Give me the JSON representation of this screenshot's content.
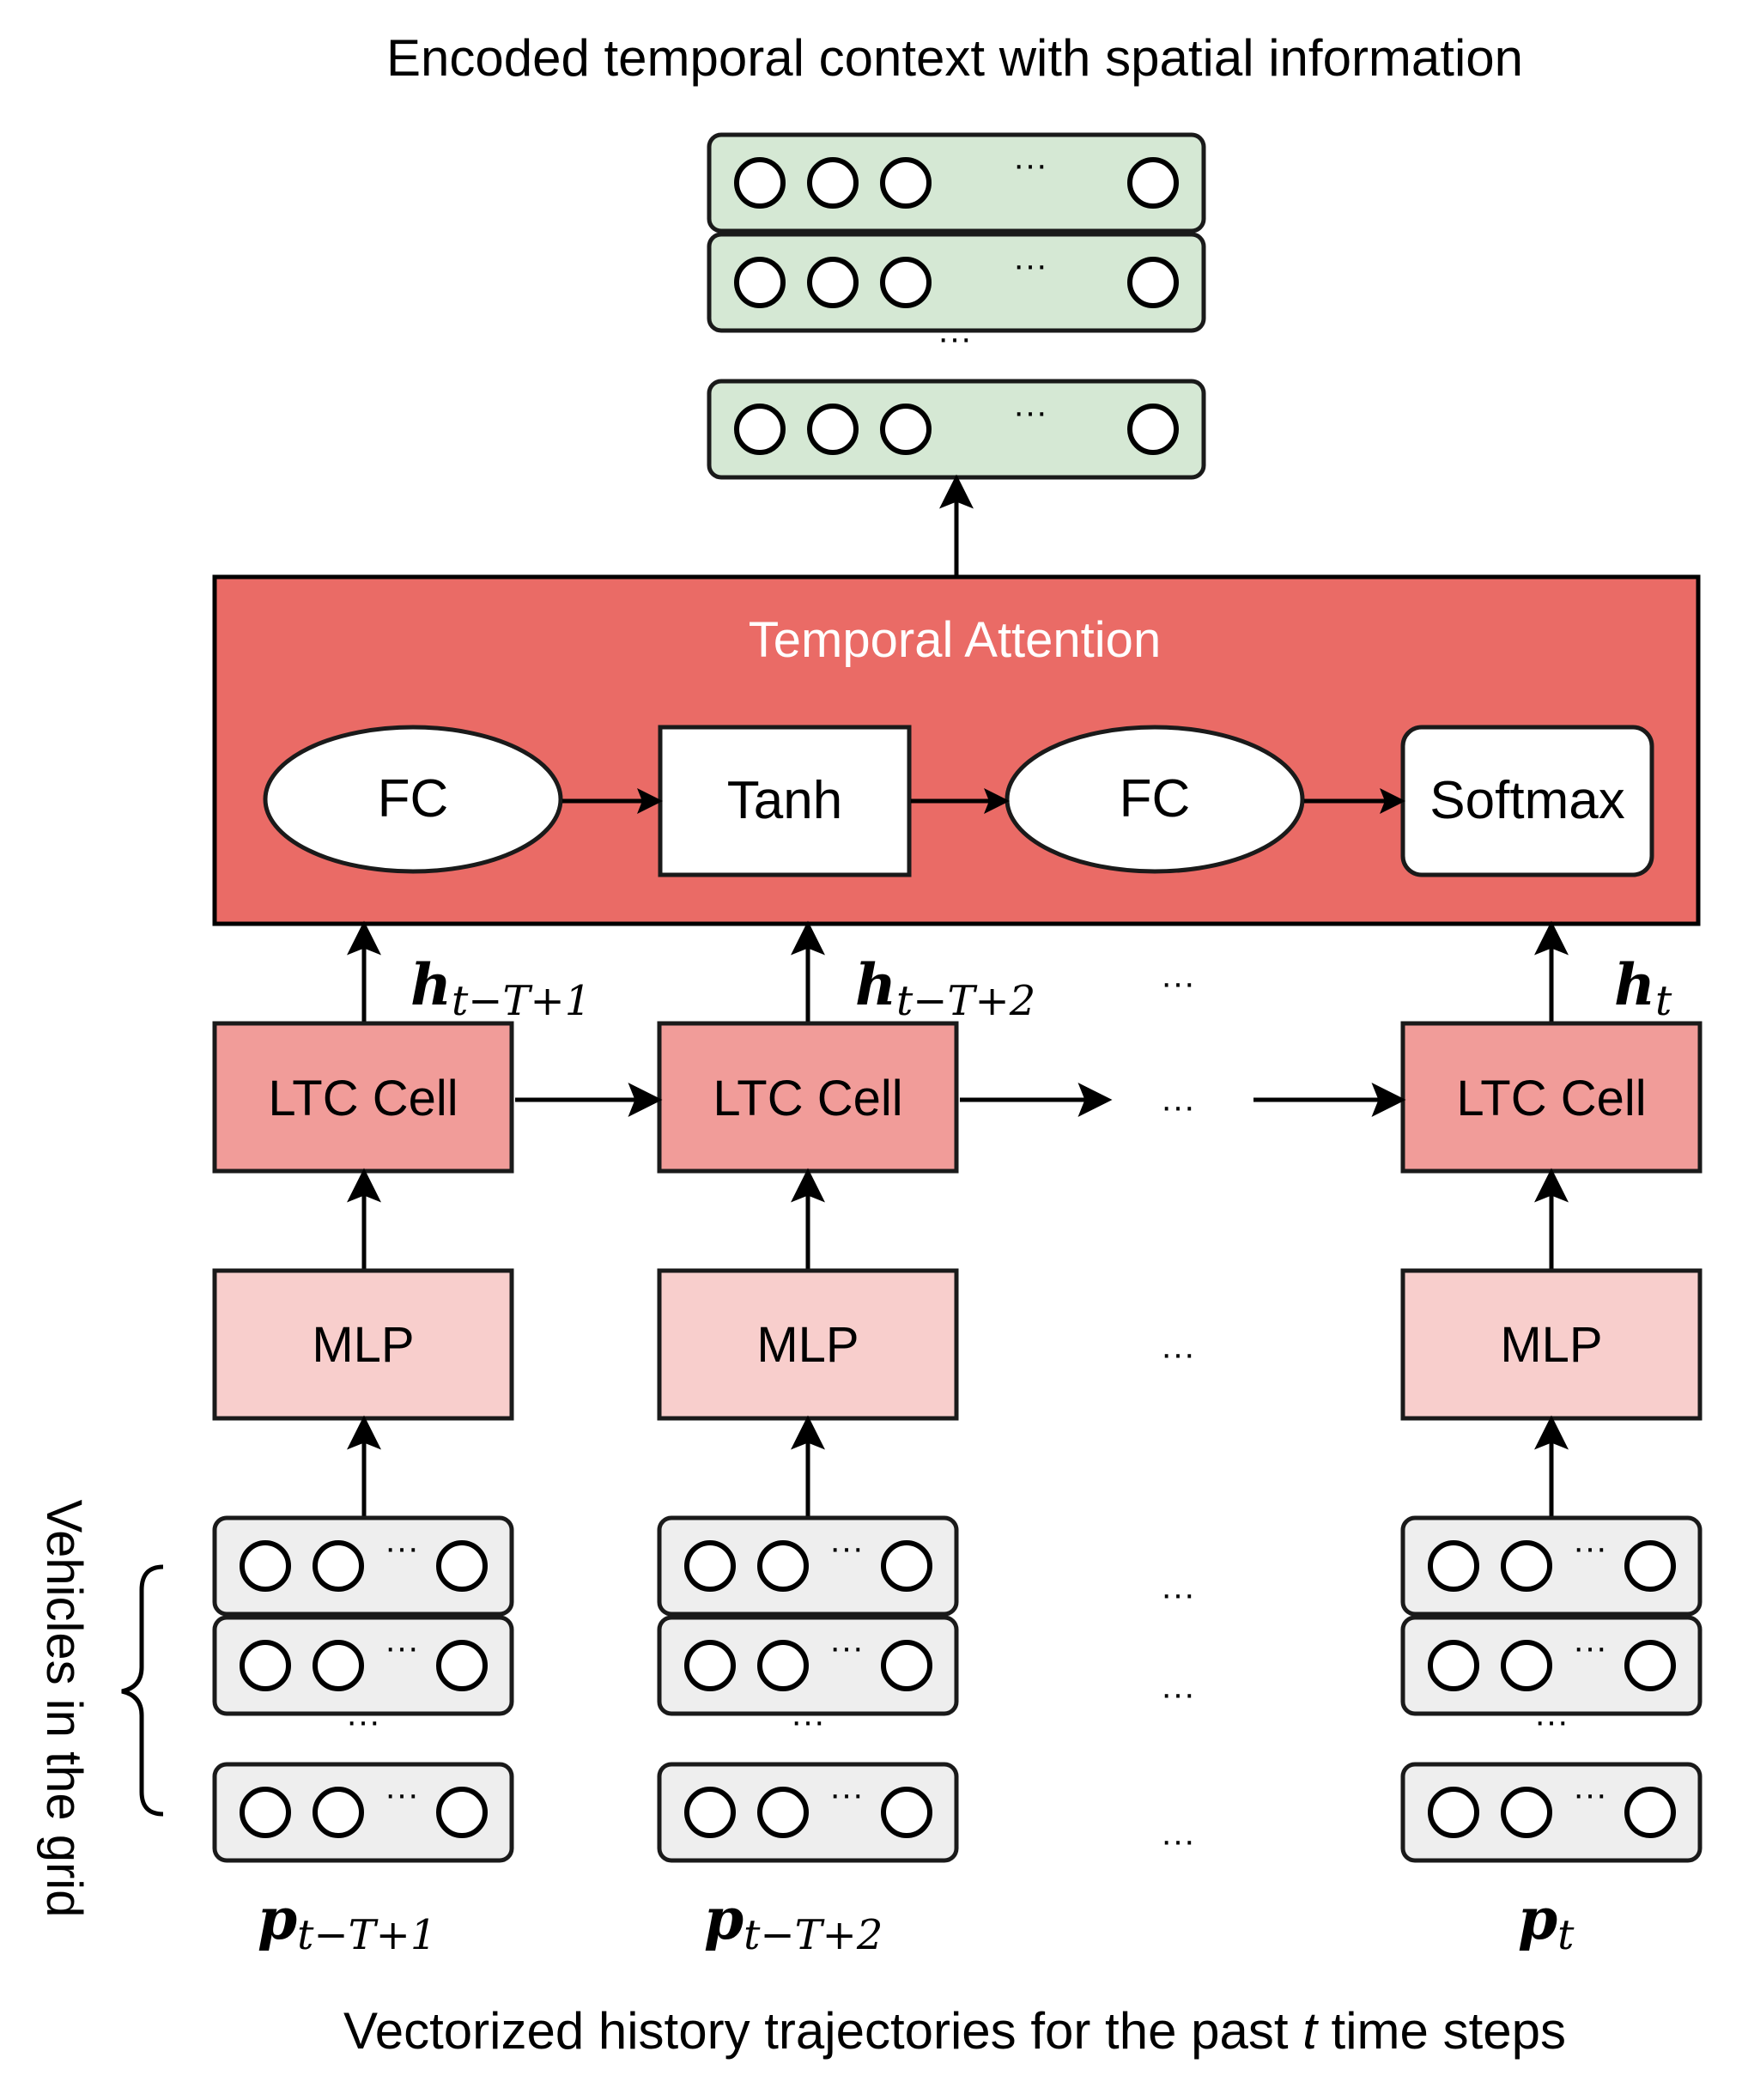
{
  "top_title": "Encoded temporal context with spatial information",
  "bottom_title_parts": [
    "Vectorized history trajectories for the past ",
    "t",
    " time steps"
  ],
  "ellipsis": "···",
  "attention": {
    "title": "Temporal Attention",
    "fc1": "FC",
    "tanh": "Tanh",
    "fc2": "FC",
    "softmax": "Softmax"
  },
  "ltc_label": "LTC Cell",
  "mlp_label": "MLP",
  "side_label": "Vehicles in the grid",
  "columns": [
    {
      "h_base": "h",
      "h_sub": "t−T+1",
      "p_base": "p",
      "p_sub": "t−T+1"
    },
    {
      "h_base": "h",
      "h_sub": "t−T+2",
      "p_base": "p",
      "p_sub": "t−T+2"
    },
    {
      "h_base": "h",
      "h_sub": "t",
      "p_base": "p",
      "p_sub": "t"
    }
  ],
  "colors": {
    "output_fill": "#d5e8d4",
    "attention_fill": "#ea6b66",
    "ltc_fill": "#f19c99",
    "mlp_fill": "#f8cecc",
    "input_fill": "#eeeeee"
  }
}
